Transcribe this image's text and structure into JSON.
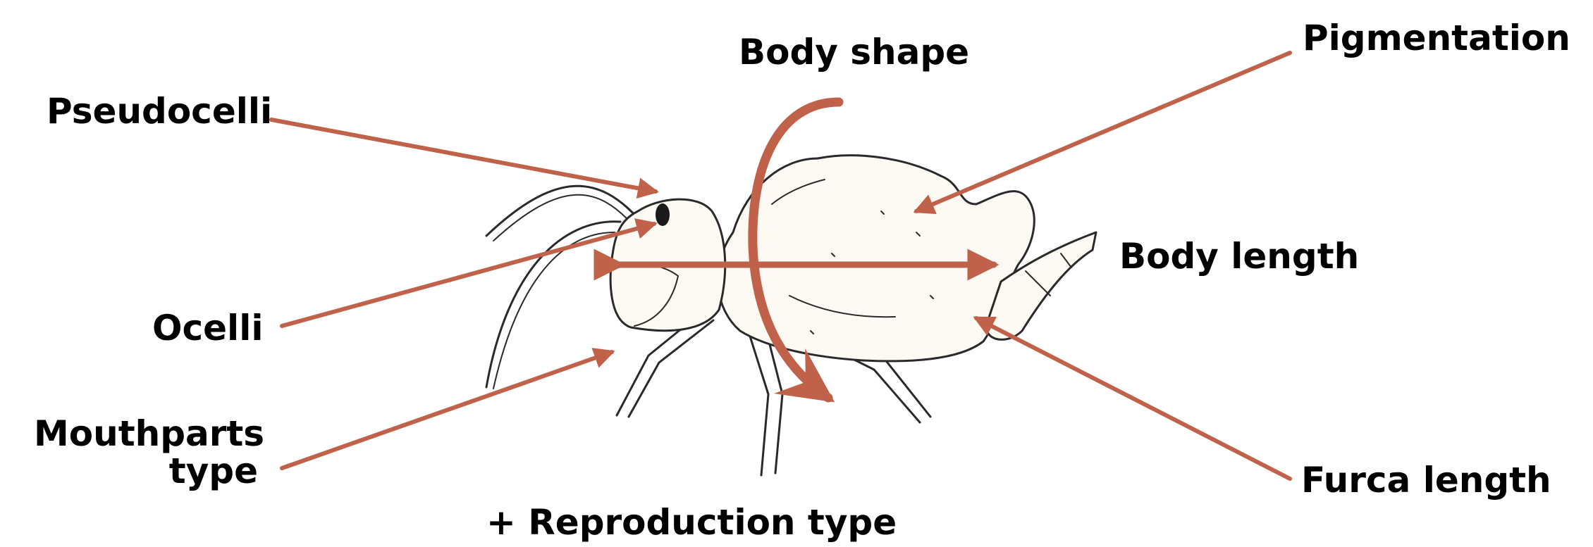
{
  "labels": {
    "body_shape": "Body shape",
    "pigmentation": "Pigmentation",
    "pseudocelli": "Pseudocelli",
    "body_length": "Body length",
    "ocelli": "Ocelli",
    "mouthparts_line1": "Mouthparts",
    "mouthparts_line2": "type",
    "furca_length": "Furca length",
    "reproduction": "+ Reproduction type"
  },
  "colors": {
    "arrow": "#C0614A",
    "insect_fill": "#FCFAF2",
    "insect_outline": "#2a2a2a",
    "text": "#000000"
  },
  "illustration": "springtail-insect-line-drawing"
}
